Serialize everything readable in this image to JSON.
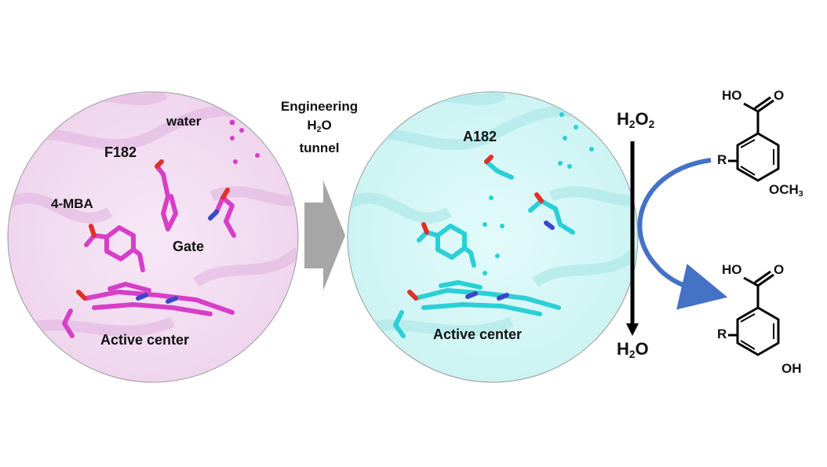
{
  "left_panel": {
    "water": "water",
    "residue": "F182",
    "substrate": "4-MBA",
    "gate": "Gate",
    "active": "Active center"
  },
  "middle": {
    "line1": "Engineering",
    "line2_main": "H",
    "line2_sub": "2",
    "line2_end": "O",
    "line3": "tunnel"
  },
  "right_panel": {
    "residue": "A182",
    "active": "Active center"
  },
  "reaction": {
    "top_main": "H",
    "top_sub": "2",
    "top_end": "O",
    "top_sub2": "2",
    "bottom_main": "H",
    "bottom_sub": "2",
    "bottom_end": "O"
  },
  "molecule_top": {
    "acid": "HO",
    "oxo": "O",
    "r": "R",
    "sub": "OCH",
    "sub_n": "3"
  },
  "molecule_bottom": {
    "acid": "HO",
    "oxo": "O",
    "r": "R",
    "sub": "OH"
  },
  "colors": {
    "left_sticks": "#d63fc7",
    "right_sticks": "#2ad0d6",
    "oxygen": "#e0302a",
    "nitrogen": "#3848c8",
    "curve_arrow": "#4472c4"
  }
}
